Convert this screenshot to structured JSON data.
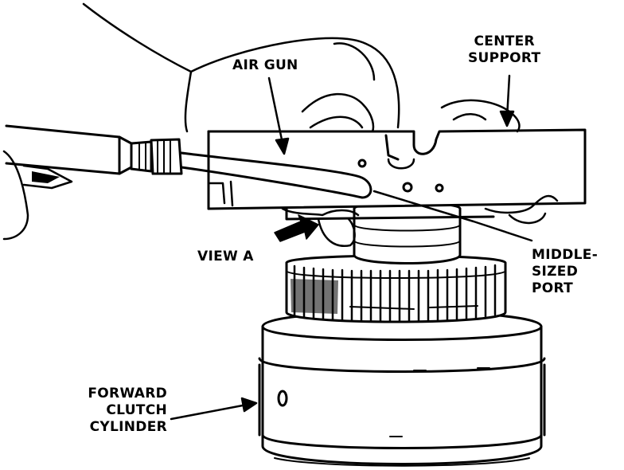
{
  "labels": {
    "center_support": [
      "CENTER",
      "SUPPORT"
    ],
    "air_gun": "AIR GUN",
    "view_a": "VIEW A",
    "middle_sized_port": [
      "MIDDLE-",
      "SIZED",
      "PORT"
    ],
    "forward_clutch_cylinder": [
      "FORWARD",
      "CLUTCH",
      "CYLINDER"
    ]
  },
  "colors": {
    "ink": "#000000",
    "paper": "#ffffff"
  }
}
